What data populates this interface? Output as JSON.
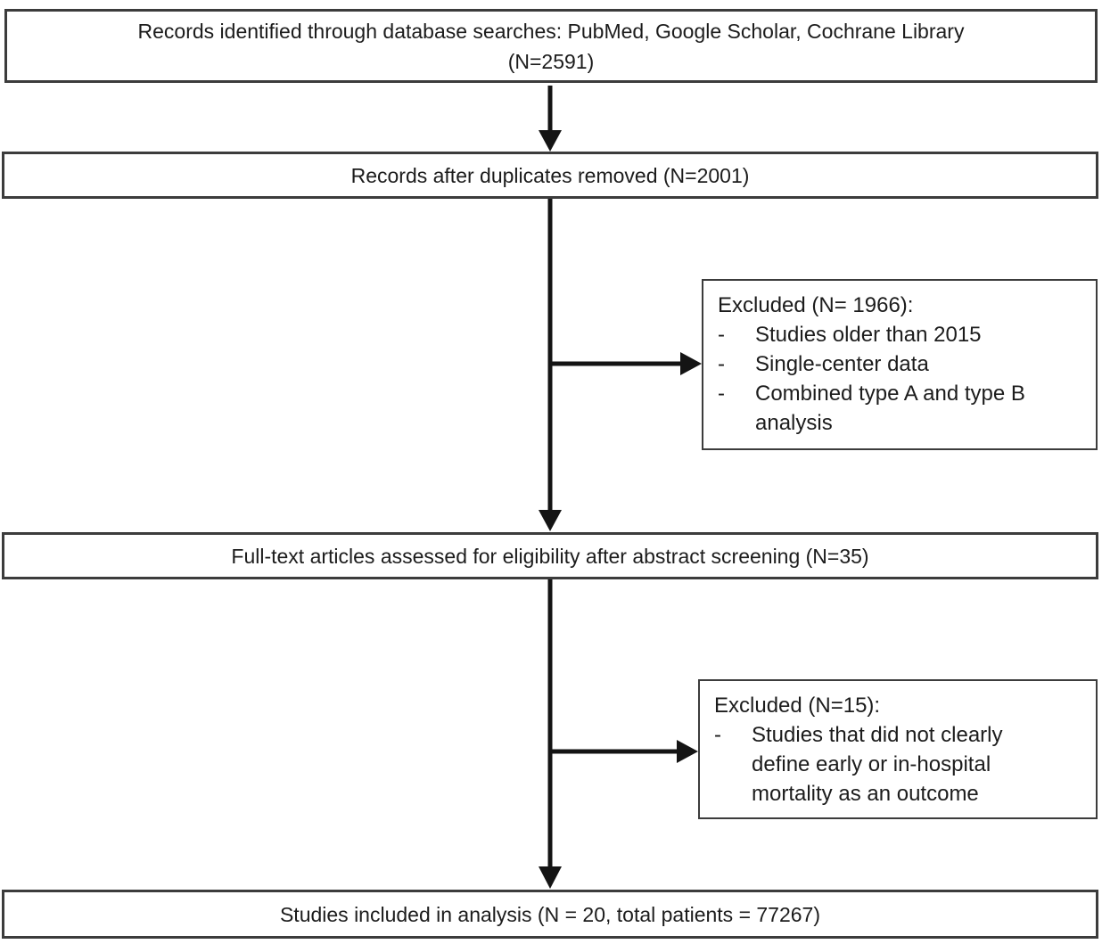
{
  "flowchart": {
    "title_semantic": "study-selection-flow-diagram",
    "colors": {
      "background": "#ffffff",
      "box_border": "#3c3c3c",
      "arrow": "#141414",
      "text": "#1c1c1c"
    },
    "boxes": [
      {
        "id": "identification",
        "line1": "Records identified through database searches: PubMed, Google Scholar, Cochrane Library",
        "line2": "(N=2591)"
      },
      {
        "id": "duplicates_removed",
        "text": "Records after duplicates removed (N=2001)"
      },
      {
        "id": "fulltext_assessed",
        "text": "Full-text articles assessed for eligibility after abstract screening (N=35)"
      },
      {
        "id": "included",
        "text": "Studies included in analysis (N = 20, total patients = 77267)"
      }
    ],
    "exclusions": [
      {
        "id": "excluded_after_screening",
        "title": "Excluded (N= 1966):",
        "bullet": "-",
        "items": [
          "Studies older than 2015",
          "Single-center data",
          "Combined type A and type B analysis"
        ]
      },
      {
        "id": "excluded_after_fulltext",
        "title": "Excluded (N=15):",
        "bullet": "-",
        "items": [
          "Studies that did not clearly define early or in-hospital mortality as an outcome"
        ]
      }
    ]
  }
}
